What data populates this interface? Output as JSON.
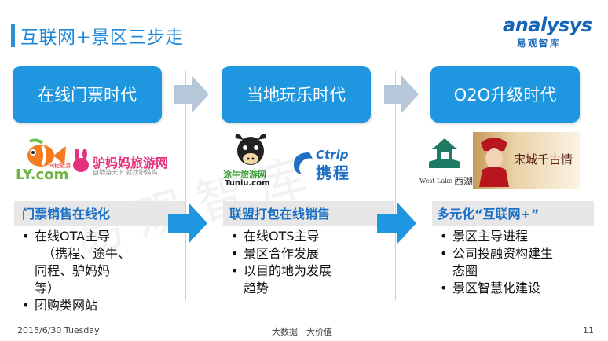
{
  "slide": {
    "title": "互联网+景区三步走",
    "date": "2015/6/30 Tuesday",
    "tagline": "大数据　大价值",
    "page_number": "11",
    "watermark": "易观智库"
  },
  "logo": {
    "wordmark": "analysys",
    "sub": "易观智库"
  },
  "eras": [
    {
      "label": "在线门票时代"
    },
    {
      "label": "当地玩乐时代"
    },
    {
      "label": "O2O升级时代"
    }
  ],
  "brands": {
    "ly": {
      "text": "LY.com",
      "sub": "同程旅游"
    },
    "lvmama": {
      "text": "驴妈妈旅游网",
      "sub": "自助游天下 就找驴妈妈"
    },
    "tuniu": {
      "text": "途牛旅游网",
      "sub": "Tuniu.com"
    },
    "ctrip": {
      "en": "Ctrip",
      "cn": "携程"
    },
    "westlake": {
      "en": "West Lake",
      "cn": "西湖"
    },
    "songcheng": {
      "cn": "宋城千古情"
    }
  },
  "sections": [
    {
      "heading": "门票销售在线化",
      "bullets": [
        "在线OTA主导",
        "（携程、途牛、",
        "同程、驴妈妈",
        "等）",
        "团购类网站"
      ]
    },
    {
      "heading": "联盟打包在线销售",
      "bullets": [
        "在线OTS主导",
        "景区合作发展",
        "以目的地为发展",
        "趋势"
      ]
    },
    {
      "heading": "多元化“互联网+”",
      "bullets": [
        "景区主导进程",
        "公司投融资构建生",
        "态圈",
        "景区智慧化建设"
      ]
    }
  ],
  "colors": {
    "era_box": "#1f97e0",
    "title": "#1e88d8",
    "section_label": "#1b6fc4",
    "arrow_grey": "#b7c7da",
    "arrow_blue": "#1f97e0",
    "band": "#e7e7e7"
  }
}
